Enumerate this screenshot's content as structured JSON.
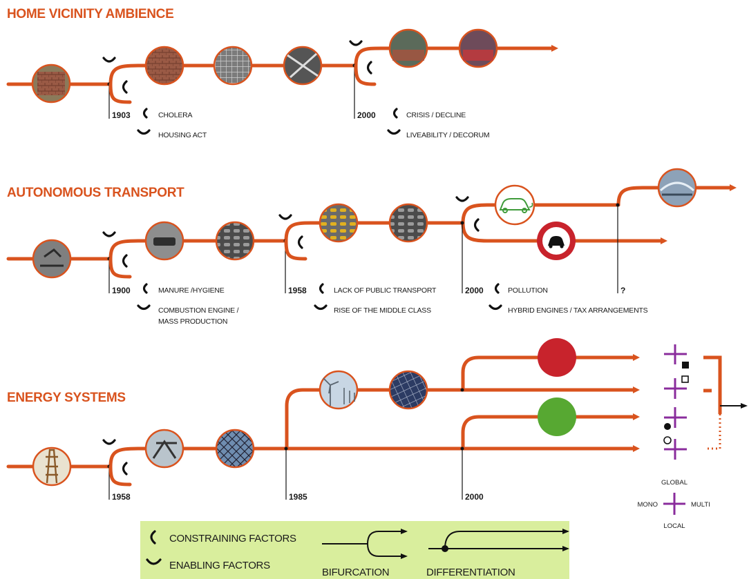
{
  "sections": {
    "home": {
      "title": "HOME VICINITY AMBIENCE",
      "year1": "1903",
      "constraining1": "CHOLERA",
      "enabling1": "HOUSING ACT",
      "year2": "2000",
      "constraining2": "CRISIS / DECLINE",
      "enabling2": "LIVEABILITY / DECORUM"
    },
    "transport": {
      "title": "AUTONOMOUS TRANSPORT",
      "year1": "1900",
      "constraining1": "MANURE /HYGIENE",
      "enabling1_line1": "COMBUSTION ENGINE /",
      "enabling1_line2": "MASS PRODUCTION",
      "year2": "1958",
      "constraining2": "LACK OF PUBLIC TRANSPORT",
      "enabling2": "RISE OF THE MIDDLE CLASS",
      "year3": "2000",
      "constraining3": "POLLUTION",
      "enabling3": "HYBRID ENGINES / TAX ARRANGEMENTS",
      "year4": "?"
    },
    "energy": {
      "title": "ENERGY SYSTEMS",
      "year1": "1958",
      "year2": "1985",
      "year3": "2000"
    }
  },
  "axis_key": {
    "top": "GLOBAL",
    "left": "MONO",
    "right": "MULTI",
    "bottom": "LOCAL"
  },
  "legend": {
    "constraining": "CONSTRAINING FACTORS",
    "enabling": "ENABLING FACTORS",
    "bifurcation": "BIFURCATION",
    "differentiation": "DIFFERENTIATION"
  },
  "colors": {
    "line": "#d9531e",
    "title": "#d9531e",
    "legend_bg": "#d9ee9d",
    "red_circle": "#c8232c",
    "green_circle": "#57a832",
    "axis": "#8a2c9c"
  }
}
